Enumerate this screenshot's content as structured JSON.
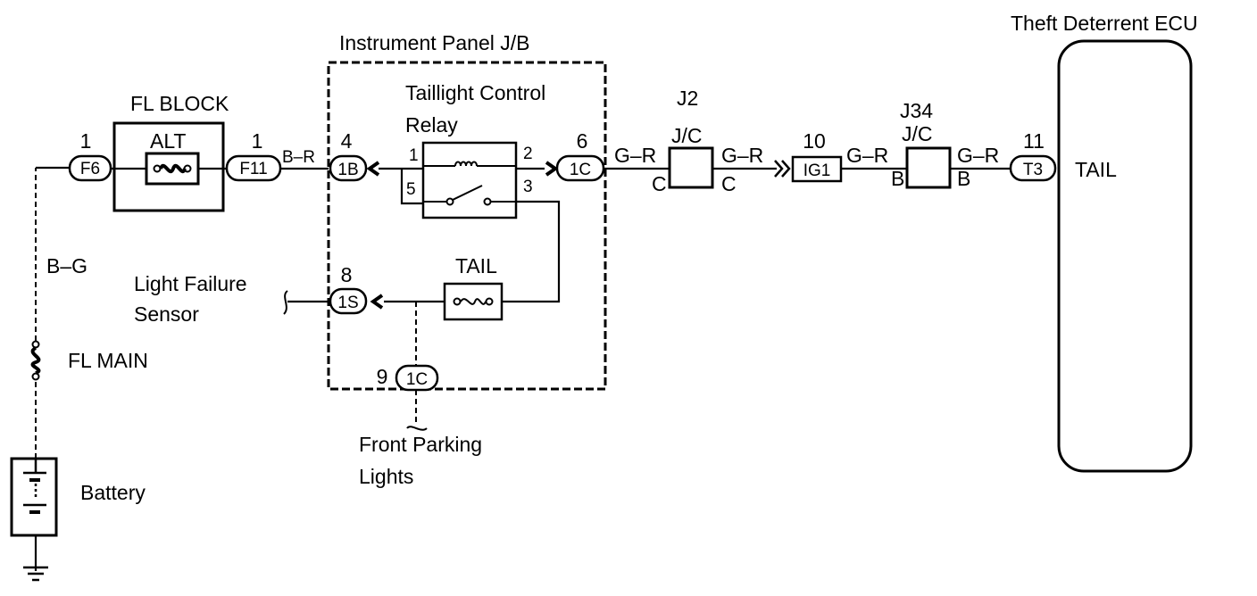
{
  "labels": {
    "theft_ecu": "Theft Deterrent ECU",
    "instrument_panel_jb": "Instrument Panel J/B",
    "fl_block": "FL BLOCK",
    "alt": "ALT",
    "taillight_relay_line1": "Taillight Control",
    "taillight_relay_line2": "Relay",
    "tail_fuse": "TAIL",
    "tail_terminal": "TAIL",
    "light_failure_line1": "Light Failure",
    "light_failure_line2": "Sensor",
    "fl_main": "FL MAIN",
    "battery": "Battery",
    "front_parking_line1": "Front Parking",
    "front_parking_line2": "Lights",
    "j2": "J2",
    "j2_jc": "J/C",
    "j34": "J34",
    "j34_jc": "J/C"
  },
  "wire_colors": {
    "b_g": "B–G",
    "b_r": "B–R",
    "g_r_1": "G–R",
    "g_r_2": "G–R",
    "g_r_3": "G–R",
    "g_r_4": "G–R"
  },
  "connectors": {
    "f6": {
      "pin": "1",
      "code": "F6"
    },
    "f11": {
      "pin": "1",
      "code": "F11"
    },
    "c1b": {
      "pin": "4",
      "code": "1B"
    },
    "c1c_6": {
      "pin": "6",
      "code": "1C"
    },
    "c1s": {
      "pin": "8",
      "code": "1S"
    },
    "c1c_9": {
      "pin": "9",
      "code": "1C"
    },
    "ig1": {
      "pin": "10",
      "code": "IG1"
    },
    "t3": {
      "pin": "11",
      "code": "T3"
    }
  },
  "relay_pins": {
    "p1": "1",
    "p2": "2",
    "p3": "3",
    "p5": "5"
  },
  "junction_letters": {
    "j2_left": "C",
    "j2_right": "C",
    "j34_left": "B",
    "j34_right": "B"
  }
}
